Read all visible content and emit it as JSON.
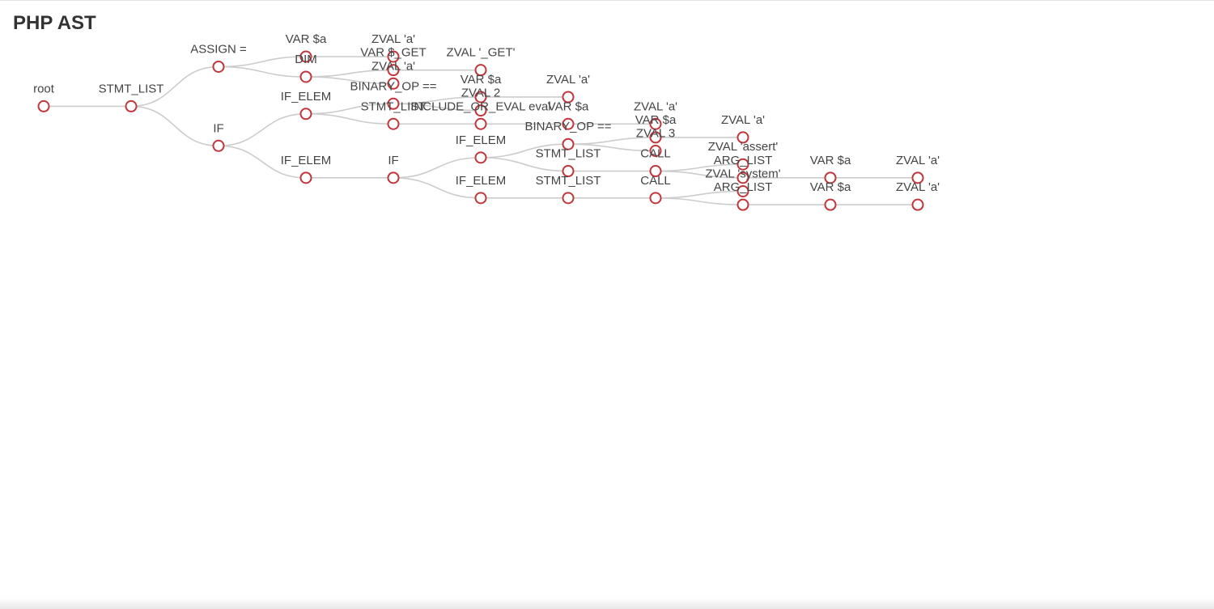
{
  "title": "PHP AST",
  "colors": {
    "link": "#cccccc",
    "node_stroke": "#c0363a",
    "label": "#444444"
  },
  "tree": {
    "label": "root",
    "children": [
      {
        "label": "STMT_LIST",
        "children": [
          {
            "label": "ASSIGN =",
            "children": [
              {
                "label": "VAR $a",
                "children": [
                  {
                    "label": "ZVAL 'a'"
                  }
                ]
              },
              {
                "label": "DIM",
                "children": [
                  {
                    "label": "VAR $_GET",
                    "children": [
                      {
                        "label": "ZVAL '_GET'"
                      }
                    ]
                  },
                  {
                    "label": "ZVAL 'a'"
                  }
                ]
              }
            ]
          },
          {
            "label": "IF",
            "children": [
              {
                "label": "IF_ELEM",
                "children": [
                  {
                    "label": "BINARY_OP  ==",
                    "children": [
                      {
                        "label": "VAR $a",
                        "children": [
                          {
                            "label": "ZVAL 'a'"
                          }
                        ]
                      },
                      {
                        "label": "ZVAL 2"
                      }
                    ]
                  },
                  {
                    "label": "STMT_LIST",
                    "children": [
                      {
                        "label": "INCLUDE_OR_EVAL  eval",
                        "children": [
                          {
                            "label": "VAR $a",
                            "children": [
                              {
                                "label": "ZVAL 'a'"
                              }
                            ]
                          }
                        ]
                      }
                    ]
                  }
                ]
              },
              {
                "label": "IF_ELEM",
                "children": [
                  {
                    "label": "IF",
                    "children": [
                      {
                        "label": "IF_ELEM",
                        "children": [
                          {
                            "label": "BINARY_OP  ==",
                            "children": [
                              {
                                "label": "VAR $a",
                                "children": [
                                  {
                                    "label": "ZVAL 'a'"
                                  }
                                ]
                              },
                              {
                                "label": "ZVAL 3"
                              }
                            ]
                          },
                          {
                            "label": "STMT_LIST",
                            "children": [
                              {
                                "label": "CALL",
                                "children": [
                                  {
                                    "label": "ZVAL 'assert'"
                                  },
                                  {
                                    "label": "ARG_LIST",
                                    "children": [
                                      {
                                        "label": "VAR $a",
                                        "children": [
                                          {
                                            "label": "ZVAL 'a'"
                                          }
                                        ]
                                      }
                                    ]
                                  }
                                ]
                              }
                            ]
                          }
                        ]
                      },
                      {
                        "label": "IF_ELEM",
                        "children": [
                          {
                            "label": "STMT_LIST",
                            "children": [
                              {
                                "label": "CALL",
                                "children": [
                                  {
                                    "label": "ZVAL 'system'"
                                  },
                                  {
                                    "label": "ARG_LIST",
                                    "children": [
                                      {
                                        "label": "VAR $a",
                                        "children": [
                                          {
                                            "label": "ZVAL 'a'"
                                          }
                                        ]
                                      }
                                    ]
                                  }
                                ]
                              }
                            ]
                          }
                        ]
                      }
                    ]
                  }
                ]
              }
            ]
          }
        ]
      }
    ]
  }
}
